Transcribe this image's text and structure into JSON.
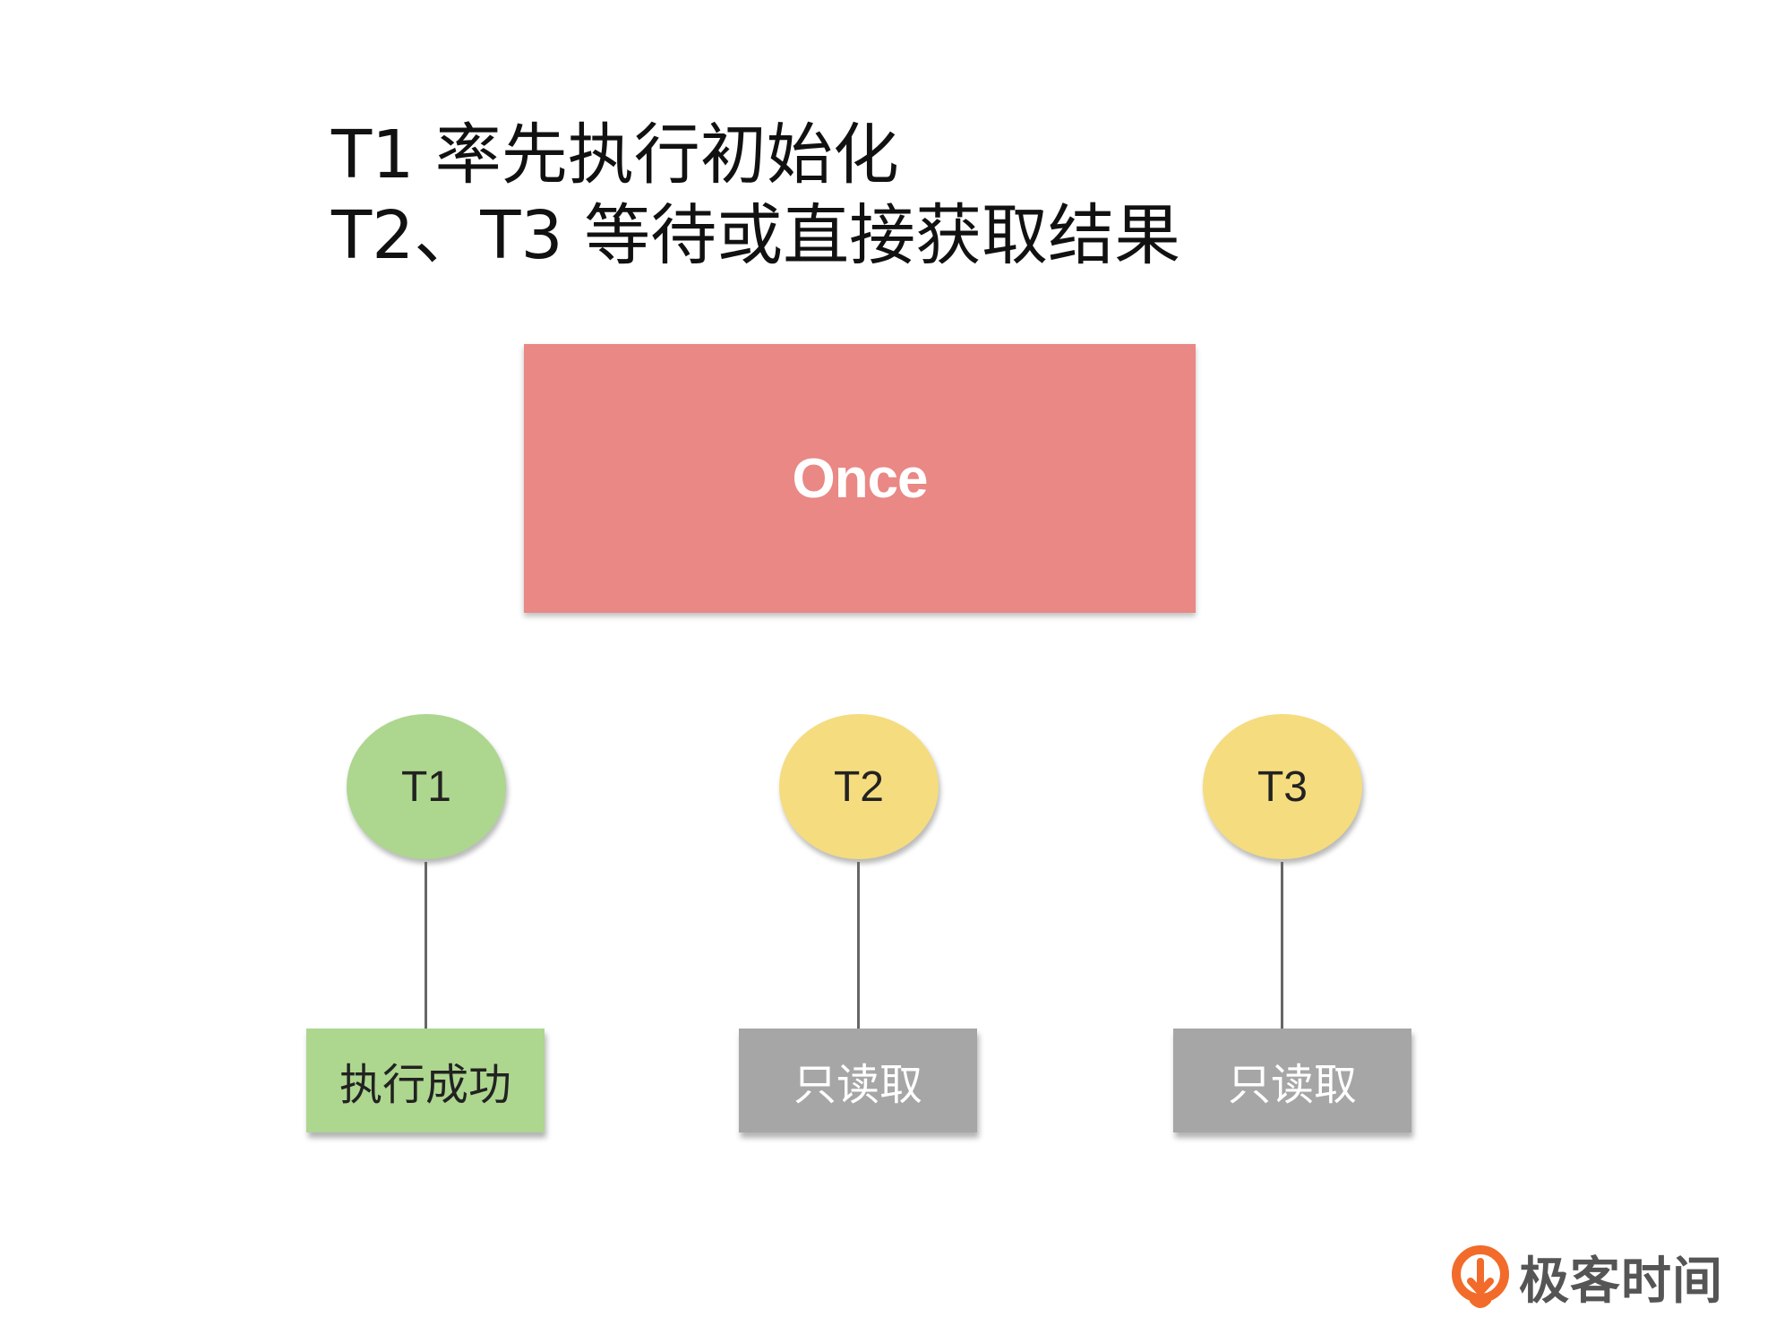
{
  "title": {
    "line1": "T1 率先执行初始化",
    "line2": "T2、T3 等待或直接获取结果"
  },
  "once": {
    "label": "Once",
    "color": "#e98885"
  },
  "threads": [
    {
      "label": "T1",
      "color": "#add68f",
      "result": "执行成功",
      "result_color": "#add68f",
      "result_text_color": "#222222"
    },
    {
      "label": "T2",
      "color": "#f5dc7f",
      "result": "只读取",
      "result_color": "#a6a6a6",
      "result_text_color": "#ffffff"
    },
    {
      "label": "T3",
      "color": "#f5dc7f",
      "result": "只读取",
      "result_color": "#a6a6a6",
      "result_text_color": "#ffffff"
    }
  ],
  "logo": {
    "text": "极客时间",
    "color": "#f26b2a"
  }
}
